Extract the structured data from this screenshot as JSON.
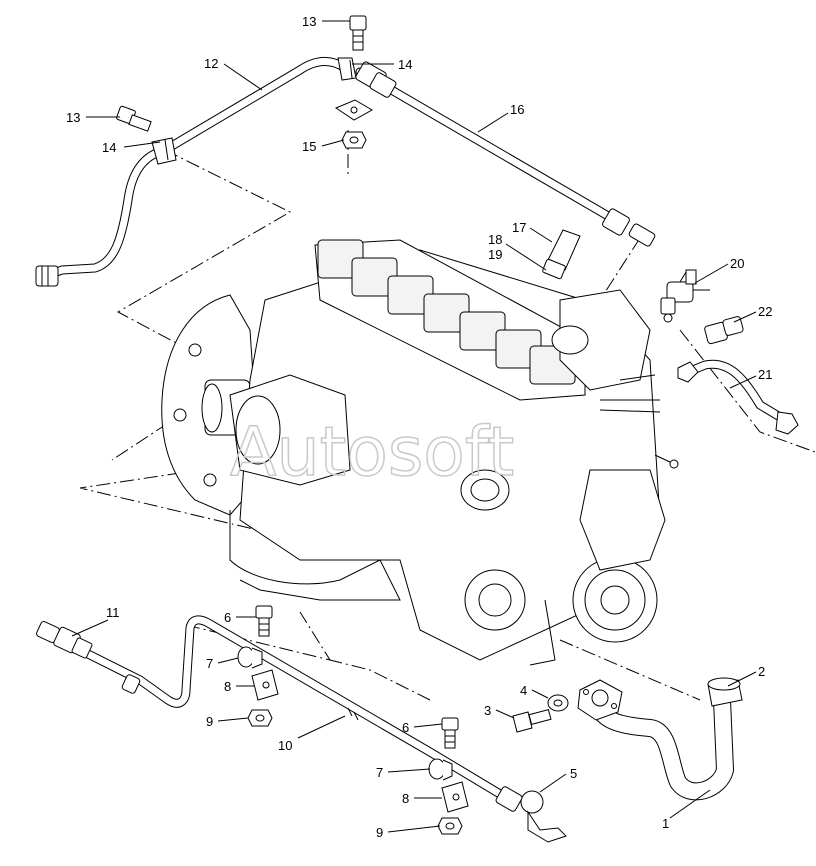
{
  "watermark": "Autosoft",
  "callouts": [
    {
      "id": "c13a",
      "text": "13"
    },
    {
      "id": "c12",
      "text": "12"
    },
    {
      "id": "c14a",
      "text": "14"
    },
    {
      "id": "c13b",
      "text": "13"
    },
    {
      "id": "c14b",
      "text": "14"
    },
    {
      "id": "c15",
      "text": "15"
    },
    {
      "id": "c16",
      "text": "16"
    },
    {
      "id": "c17",
      "text": "17"
    },
    {
      "id": "c18",
      "text": "18"
    },
    {
      "id": "c19",
      "text": "19"
    },
    {
      "id": "c20",
      "text": "20"
    },
    {
      "id": "c22",
      "text": "22"
    },
    {
      "id": "c21",
      "text": "21"
    },
    {
      "id": "c11",
      "text": "11"
    },
    {
      "id": "c6a",
      "text": "6"
    },
    {
      "id": "c7a",
      "text": "7"
    },
    {
      "id": "c8a",
      "text": "8"
    },
    {
      "id": "c9a",
      "text": "9"
    },
    {
      "id": "c10",
      "text": "10"
    },
    {
      "id": "c2",
      "text": "2"
    },
    {
      "id": "c4",
      "text": "4"
    },
    {
      "id": "c3",
      "text": "3"
    },
    {
      "id": "c6b",
      "text": "6"
    },
    {
      "id": "c5",
      "text": "5"
    },
    {
      "id": "c7b",
      "text": "7"
    },
    {
      "id": "c8b",
      "text": "8"
    },
    {
      "id": "c9b",
      "text": "9"
    },
    {
      "id": "c1",
      "text": "1"
    }
  ]
}
